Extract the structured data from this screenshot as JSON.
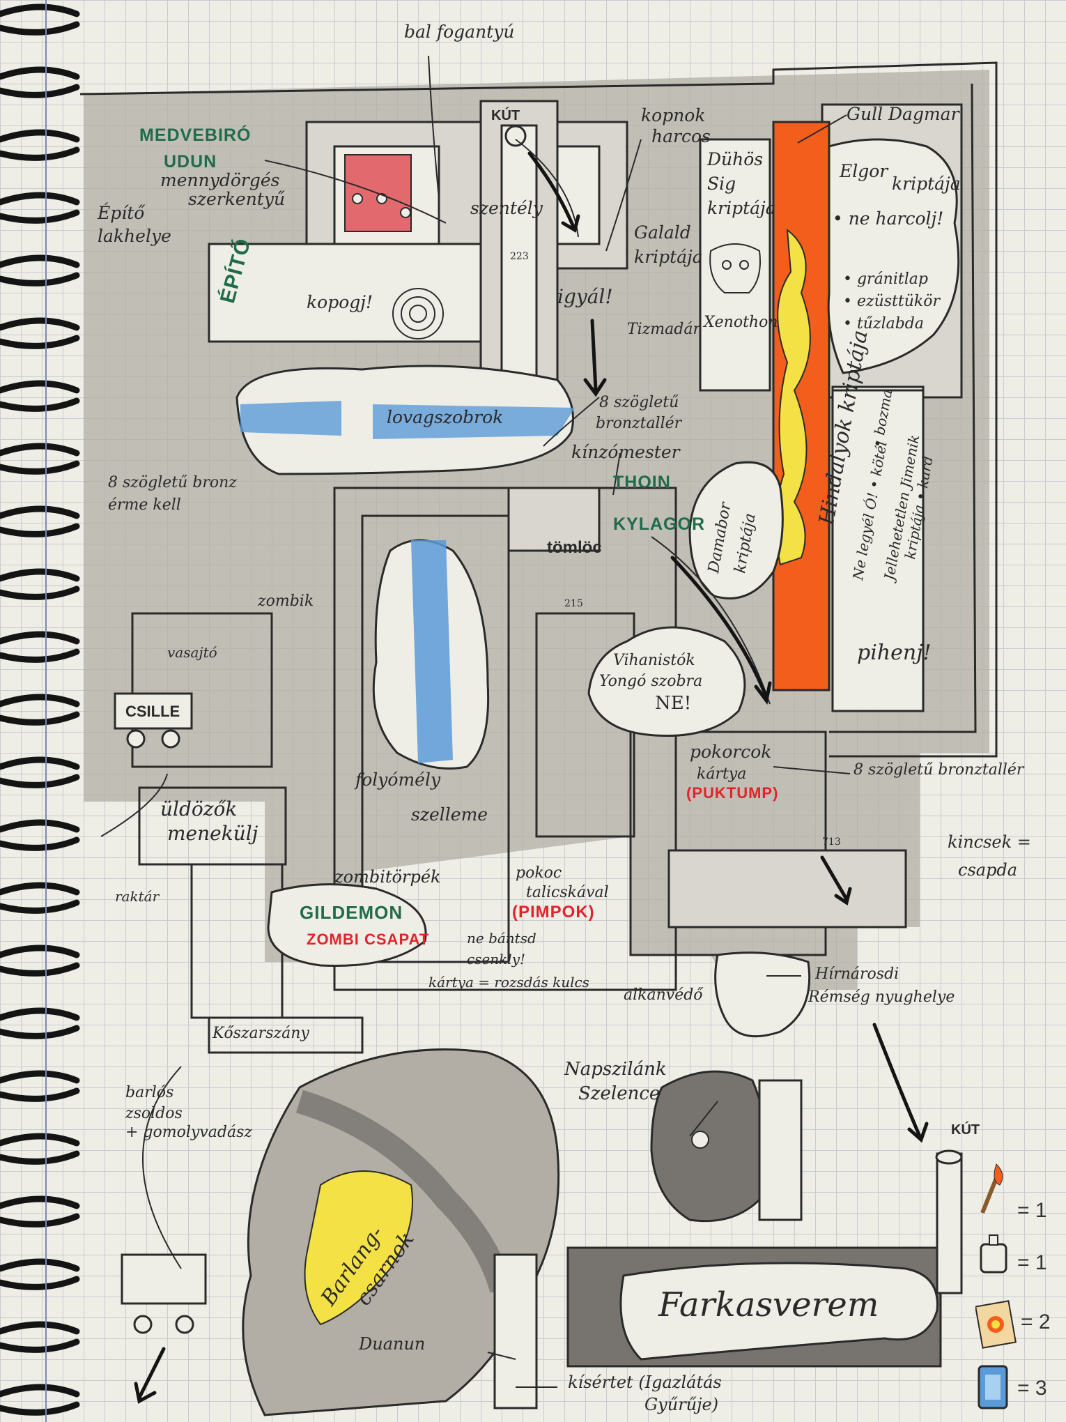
{
  "labels": {
    "bal_fogantyu": "bal fogantyú",
    "medvebiro": "MEDVEBIRÓ",
    "udun": "UDUN",
    "mennydorges": "mennydörgés",
    "szerkentyu": "szerkentyű",
    "epito_lakhelye_1": "Építő",
    "epito_lakhelye_2": "lakhelye",
    "kut_top": "KÚT",
    "szentely": "szentély",
    "kopnok_1": "kopnok",
    "kopnok_2": "harcos",
    "galald_1": "Galald",
    "galald_2": "kriptája",
    "duhos_1": "Dühös",
    "duhos_2": "Sig",
    "duhos_3": "kriptája",
    "gull_dagmar": "Gull Dagmar",
    "elgor_1": "Elgor",
    "elgor_2": "kriptája",
    "ne_harcolj": "• ne harcolj!",
    "granitlap": "• gránitlap",
    "ezusttukor": "• ezüsttükör",
    "tuzlabda": "• tűzlabda",
    "xenothon": "Xenothon",
    "tizmadar": "Tizmadár",
    "epito_room": "ÉPÍTŐ",
    "kopogj": "kopogj!",
    "igyal": "igyál!",
    "number_223": "223",
    "lovagszobrok": "lovagszobrok",
    "bronztaller_a1": "8 szögletű",
    "bronztaller_a2": "bronztallér",
    "bronz_erme_1": "8 szögletű bronz",
    "bronz_erme_2": "érme kell",
    "kinzomester": "kínzómester",
    "thoin": "THOIN",
    "kylagor": "KYLAGOR",
    "tomloc": "tömlöc",
    "hindalyok": "Hindalyok kriptája",
    "damabor_1": "Damabor",
    "damabor_2": "kriptája",
    "ne_legyel": "Ne legyél Ó! • kötél",
    "ne_legyel_b": "• bozma",
    "jellehetetlen": "Jellehetetlen Jimenik",
    "jellehetetlen_b": "kriptája • kard",
    "pihenj": "pihenj!",
    "zombik": "zombik",
    "vasajto": "vasajtó",
    "csille": "CSILLE",
    "vihanistok_1": "Vihanistók",
    "vihanistok_2": "Yongó szobra",
    "vihanistok_3": "NE!",
    "number_215": "215",
    "pokorcok": "pokorcok",
    "kartya": "kártya",
    "puktump": "(PUKTUMP)",
    "bronztaller_b": "8 szögletű bronztallér",
    "uldozok_1": "üldözők",
    "uldozok_2": "menekülj",
    "raktar": "raktár",
    "folyomely_1": "folyómély",
    "folyomely_2": "szelleme",
    "zombitorpek": "zombitörpék",
    "gildemon": "GILDEMON",
    "zombi_csapat": "ZOMBI CSAPAT",
    "pokoc_1": "pokoc",
    "pokoc_2": "talicskával",
    "pimpok": "(PIMPOK)",
    "ne_bantsd_1": "ne bántsd",
    "ne_bantsd_2": "csenkly!",
    "kartya_kulcs": "kártya = rozsdás kulcs",
    "alkanvedo": "alkanvédő",
    "kincsek_1": "kincsek =",
    "kincsek_2": "csapda",
    "number_713": "713",
    "hirnarosdi_1": "Hírnárosdi",
    "hirnarosdi_2": "Rémség nyughelye",
    "kotszarszany": "Kőszarszány",
    "barlos_1": "barlós",
    "barlos_2": "zsoldos",
    "barlos_3": "+ gomolyvadász",
    "napszilank_1": "Napszilánk",
    "napszilank_2": "Szelence",
    "kut_bottom": "KÚT",
    "barlangi_1": "Barlang-",
    "barlangi_2": "csarnok",
    "farkasverem": "Farkasverem",
    "duanun": "Duanun",
    "kisertet_1": "kísértet (Igazlátás",
    "kisertet_2": "Gyűrűje)"
  },
  "legend": [
    {
      "icon": "match-icon",
      "count": "= 1"
    },
    {
      "icon": "potion-bottle-icon",
      "count": "= 1"
    },
    {
      "icon": "fire-scroll-icon",
      "count": "= 2"
    },
    {
      "icon": "blue-card-icon",
      "count": "= 3"
    }
  ],
  "colors": {
    "ink": "#2a2a2a",
    "pencil_fill": "#b2aea6",
    "dark_fill": "#77746f",
    "red_room": "#e26a6f",
    "water_blue": "#5b9ad8",
    "orange_crypt": "#f35e1d",
    "banner_yellow": "#f4e145",
    "green_text": "#1f6b4a",
    "red_text": "#e0242b",
    "spiral_ring": "#141414"
  }
}
